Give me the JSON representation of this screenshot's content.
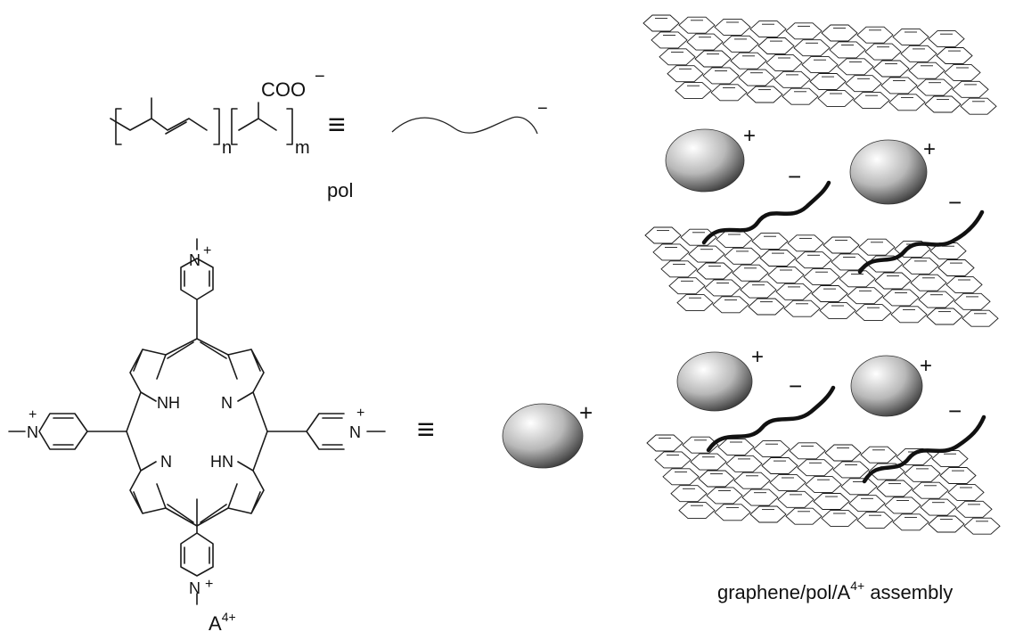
{
  "polymer": {
    "carboxylate_label": "COO",
    "charge_minus": "−",
    "subscript_n": "n",
    "subscript_m": "m",
    "equiv_symbol": "≡",
    "name": "pol"
  },
  "porphyrin": {
    "nh_label": "NH",
    "hn_label": "HN",
    "n_label": "N",
    "pyridinium_label": "N",
    "charge_plus": "+",
    "equiv_symbol": "≡",
    "name_base": "A",
    "name_superscript": "4+"
  },
  "assembly": {
    "caption_prefix": "graphene/pol/A",
    "caption_superscript": "4+",
    "caption_suffix": " assembly",
    "plus": "+",
    "minus": "−"
  },
  "colors": {
    "line": "#1a1a1a",
    "sphere_light": "#ffffff",
    "sphere_dark": "#3c3c3c"
  }
}
